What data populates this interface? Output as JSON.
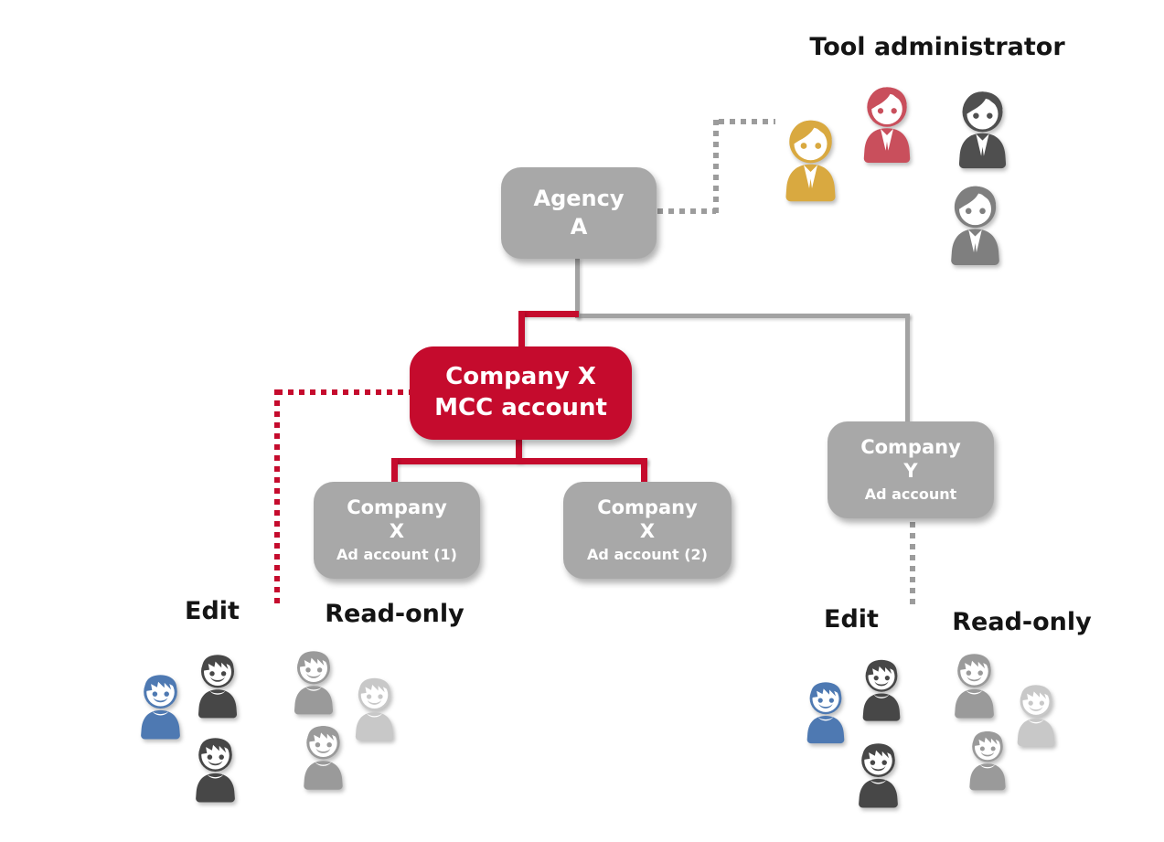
{
  "labels": {
    "tool_admin": "Tool administrator",
    "edit_left": "Edit",
    "readonly_left": "Read-only",
    "edit_right": "Edit",
    "readonly_right": "Read-only"
  },
  "nodes": {
    "agency": {
      "line1": "Agency",
      "line2": "A"
    },
    "mcc": {
      "line1": "Company X",
      "line2": "MCC account"
    },
    "ad1": {
      "line1": "Company",
      "line2": "X",
      "line3": "Ad account (1)"
    },
    "ad2": {
      "line1": "Company",
      "line2": "X",
      "line3": "Ad account (2)"
    },
    "company_y": {
      "line1": "Company",
      "line2": "Y",
      "line3": "Ad account"
    }
  },
  "edges": [
    {
      "from": "agency-a",
      "to": "company-x-mcc",
      "style": "solid-red"
    },
    {
      "from": "agency-a",
      "to": "company-y-ad-account",
      "style": "solid-gray"
    },
    {
      "from": "company-x-mcc",
      "to": "company-x-ad-account-1",
      "style": "solid-red"
    },
    {
      "from": "company-x-mcc",
      "to": "company-x-ad-account-2",
      "style": "solid-red"
    },
    {
      "from": "agency-a",
      "to": "tool-administrators",
      "style": "dotted-gray"
    },
    {
      "from": "company-x-mcc",
      "to": "left-user-groups",
      "style": "dotted-red"
    },
    {
      "from": "company-y-ad-account",
      "to": "right-user-groups",
      "style": "dotted-gray"
    }
  ],
  "groups": {
    "tool_admin": {
      "label": "Tool administrator",
      "members": [
        "yellow",
        "red",
        "dark-gray",
        "gray"
      ]
    },
    "left_edit": {
      "label": "Edit",
      "members": [
        "blue",
        "dark",
        "dark"
      ]
    },
    "left_readonly": {
      "label": "Read-only",
      "members": [
        "gray",
        "light-gray",
        "gray"
      ]
    },
    "right_edit": {
      "label": "Edit",
      "members": [
        "blue",
        "dark",
        "dark"
      ]
    },
    "right_readonly": {
      "label": "Read-only",
      "members": [
        "gray",
        "light-gray",
        "gray"
      ]
    }
  },
  "colors": {
    "accent_red": "#c50b2d",
    "gray_box": "#a8a8a8",
    "gray_line": "#a3a3a3",
    "dotted_gray": "#9c9c9c",
    "person_yellow": "#d9a940",
    "person_red": "#c94f5c",
    "person_dark": "#4f4f4f",
    "person_gray": "#7f7f7f",
    "person_blue": "#4e79b2",
    "person_casual_dark": "#474747",
    "person_casual_gray": "#9a9a9a",
    "person_casual_light": "#c8c8c8"
  }
}
